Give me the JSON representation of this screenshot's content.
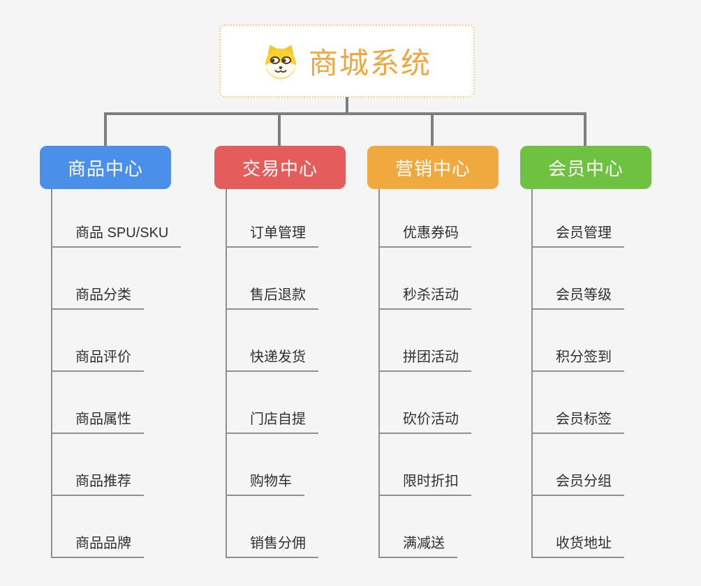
{
  "root": {
    "title": "商城系统",
    "icon": "dog-face-icon"
  },
  "branches": [
    {
      "label": "商品中心",
      "color": "#4a8fe9",
      "items": [
        "商品 SPU/SKU",
        "商品分类",
        "商品评价",
        "商品属性",
        "商品推荐",
        "商品品牌"
      ]
    },
    {
      "label": "交易中心",
      "color": "#e45c5c",
      "items": [
        "订单管理",
        "售后退款",
        "快递发货",
        "门店自提",
        "购物车",
        "销售分佣"
      ]
    },
    {
      "label": "营销中心",
      "color": "#efa93f",
      "items": [
        "优惠券码",
        "秒杀活动",
        "拼团活动",
        "砍价活动",
        "限时折扣",
        "满减送"
      ]
    },
    {
      "label": "会员中心",
      "color": "#6fc241",
      "items": [
        "会员管理",
        "会员等级",
        "积分签到",
        "会员标签",
        "会员分组",
        "收货地址"
      ]
    }
  ],
  "style": {
    "connector_color": "#7e7e7e",
    "underline_color": "#8f8f8f",
    "root_text_color": "#f0a73f",
    "root_border_color": "#f6cd8b",
    "background_color": "#f5f5f6"
  }
}
